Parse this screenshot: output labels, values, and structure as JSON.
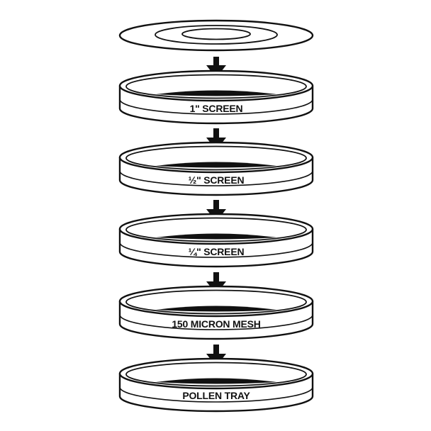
{
  "colors": {
    "stroke": "#111111",
    "fill": "#ffffff",
    "mesh": "#111111",
    "background": "#ffffff"
  },
  "layers": [
    {
      "label": "1\" SCREEN"
    },
    {
      "label": "½\" SCREEN"
    },
    {
      "label": "¼\" SCREEN"
    },
    {
      "label": "150 MICRON MESH"
    },
    {
      "label": "POLLEN TRAY"
    }
  ]
}
